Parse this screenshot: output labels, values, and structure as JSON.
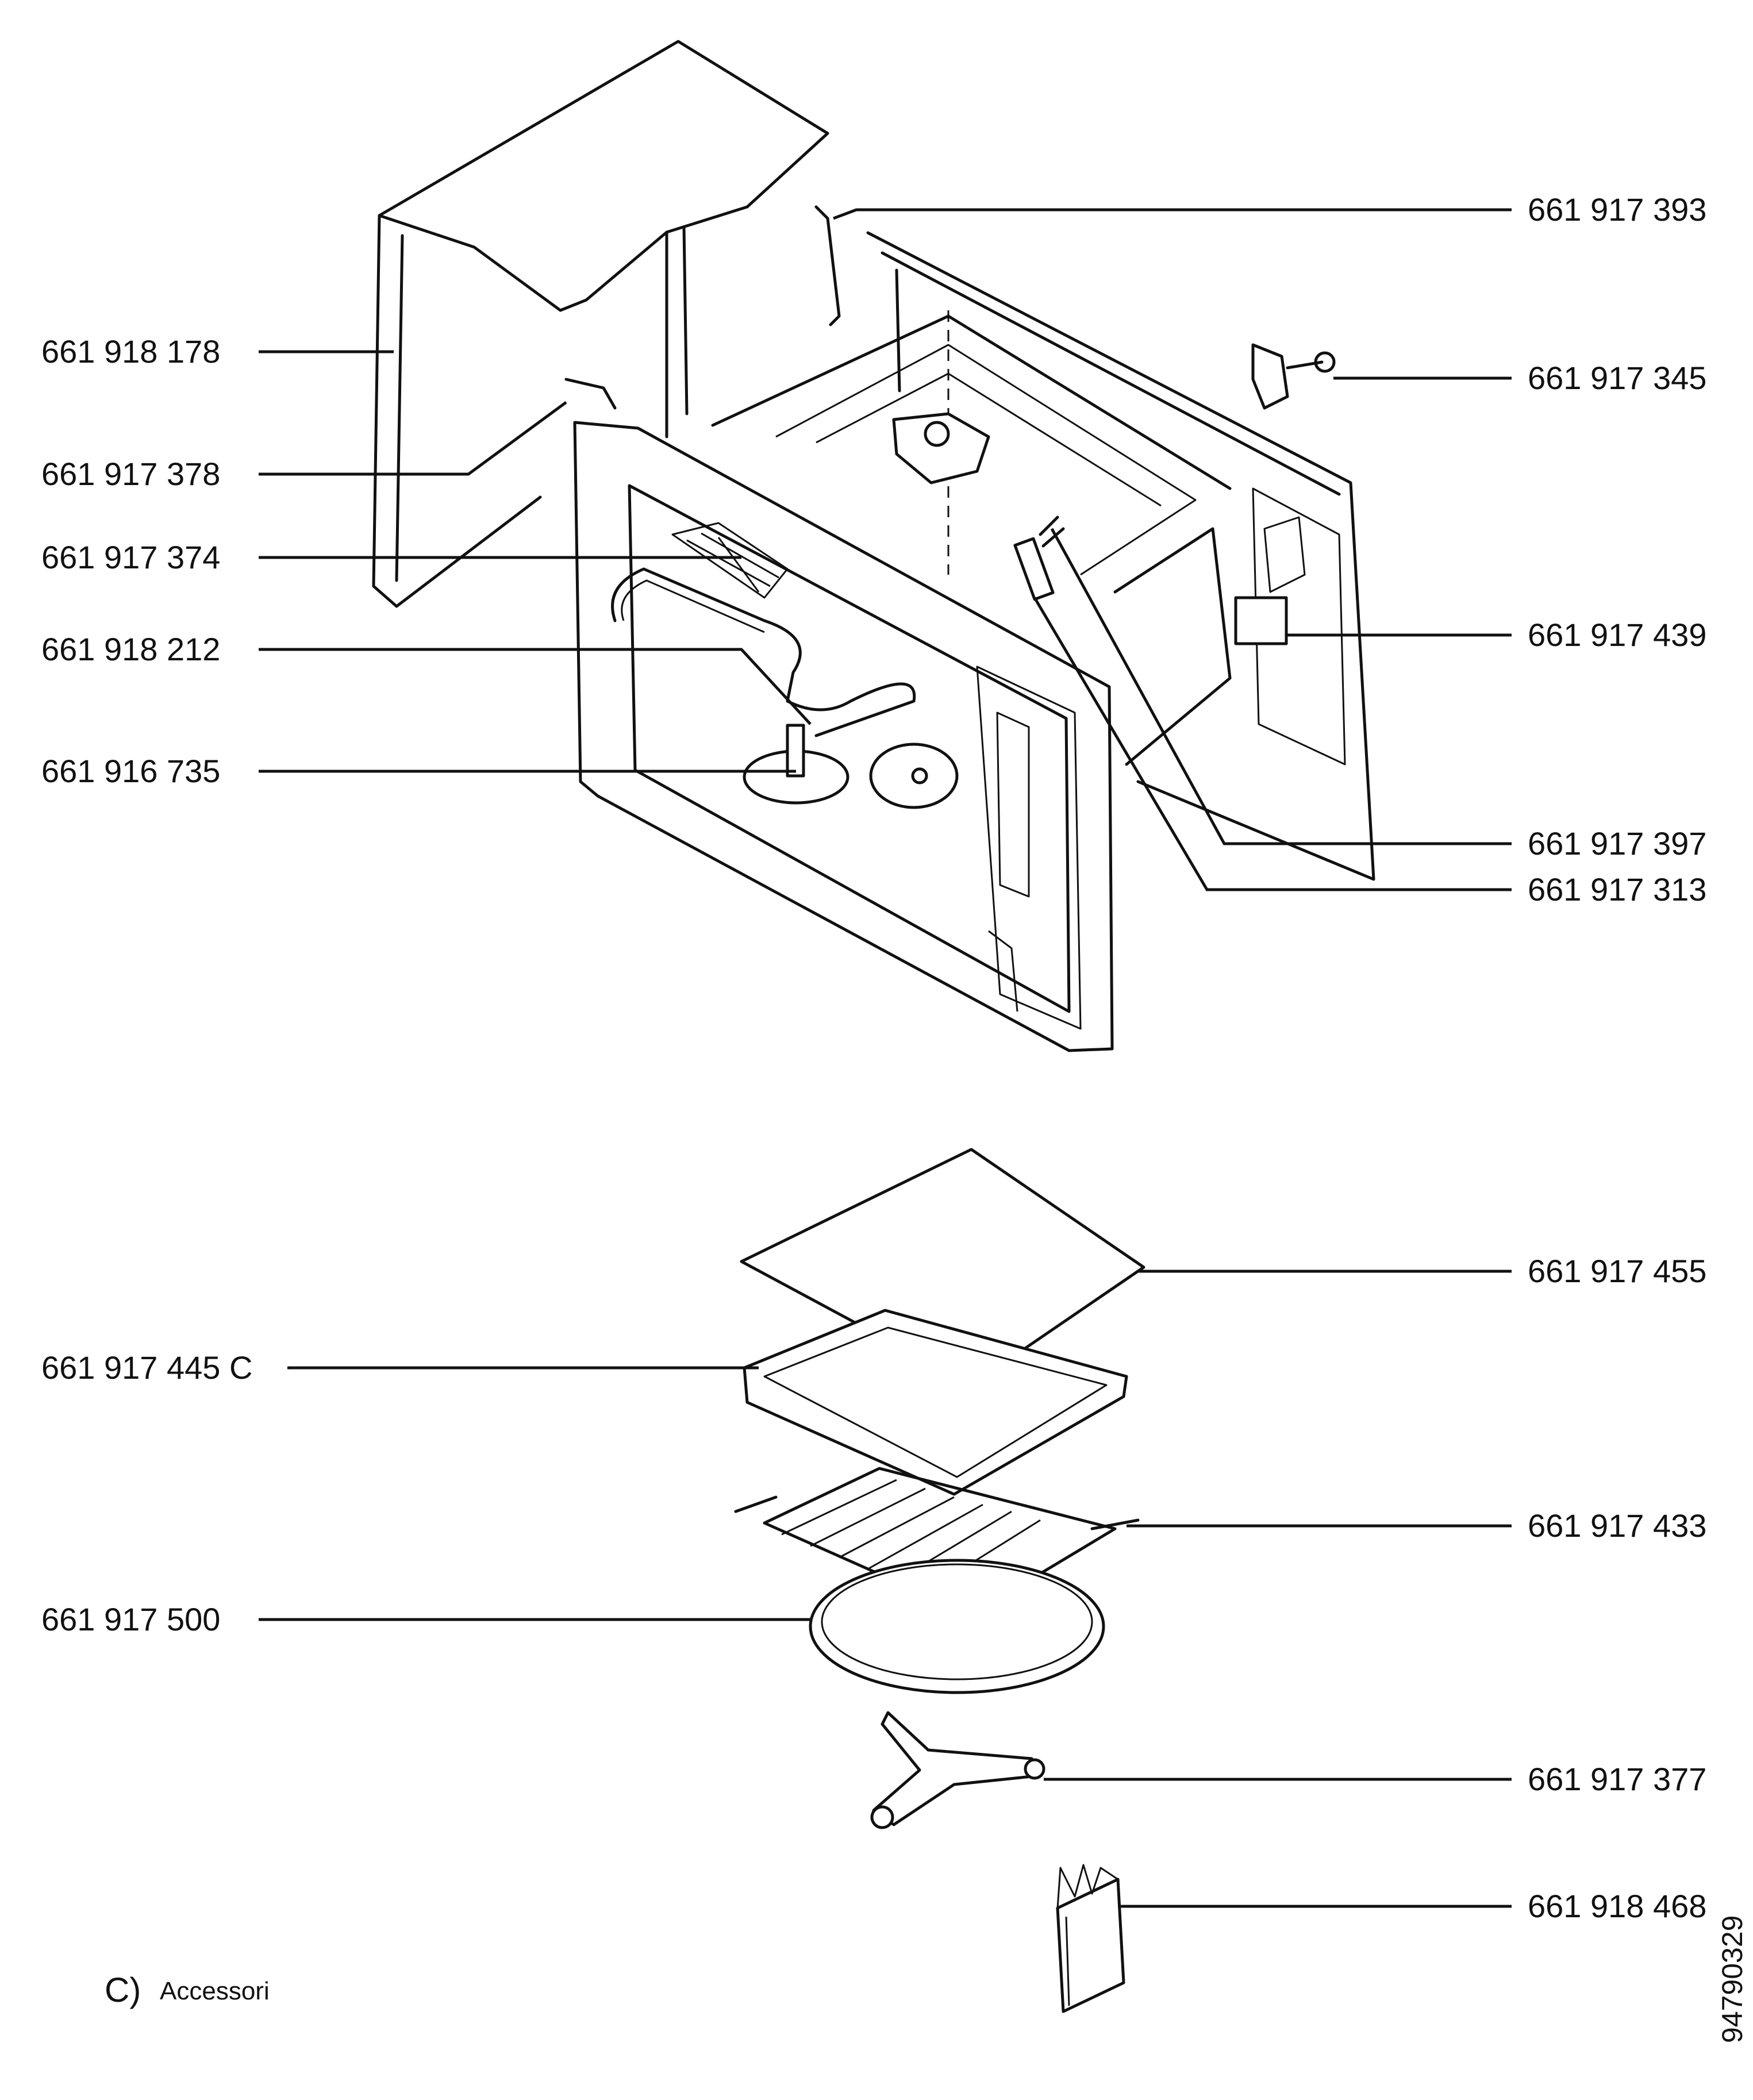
{
  "parts": [
    {
      "id": "p1",
      "number": "661 917 393"
    },
    {
      "id": "p2",
      "number": "661 918 178"
    },
    {
      "id": "p3",
      "number": "661 917 345"
    },
    {
      "id": "p4",
      "number": "661 917 378"
    },
    {
      "id": "p5",
      "number": "661 917 374"
    },
    {
      "id": "p6",
      "number": "661 917 439"
    },
    {
      "id": "p7",
      "number": "661 918 212"
    },
    {
      "id": "p8",
      "number": "661 916 735"
    },
    {
      "id": "p9",
      "number": "661 917 397"
    },
    {
      "id": "p10",
      "number": "661 917 313"
    },
    {
      "id": "p11",
      "number": "661 917 455"
    },
    {
      "id": "p12",
      "number": "661 917 445 C"
    },
    {
      "id": "p13",
      "number": "661 917 433"
    },
    {
      "id": "p14",
      "number": "661 917 500"
    },
    {
      "id": "p15",
      "number": "661 917 377"
    },
    {
      "id": "p16",
      "number": "661 918 468"
    }
  ],
  "section": {
    "letter": "C)",
    "title": "Accessori"
  },
  "doc_number": "94790329"
}
